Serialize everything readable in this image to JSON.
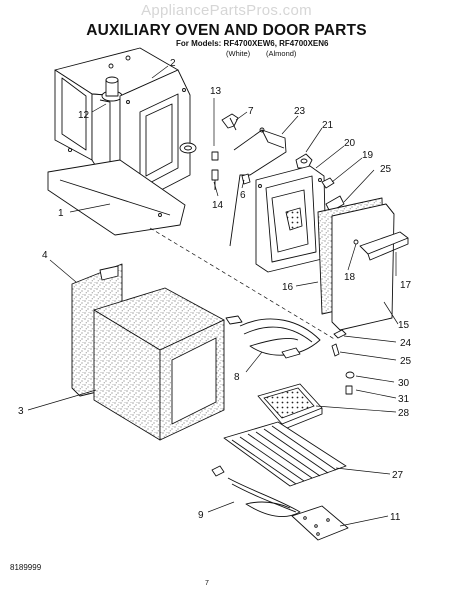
{
  "header": {
    "watermark": "AppliancePartsPros.com",
    "title": "AUXILIARY OVEN AND DOOR PARTS",
    "models_line": "For Models: RF4700XEW6, RF4700XEN6",
    "variants": [
      "(White)",
      "(Almond)"
    ]
  },
  "footer": {
    "document_number": "8189999",
    "page_number": "7"
  },
  "callouts": [
    "1",
    "2",
    "3",
    "4",
    "6",
    "7",
    "8",
    "9",
    "11",
    "12",
    "13",
    "14",
    "15",
    "16",
    "17",
    "18",
    "19",
    "20",
    "21",
    "23",
    "24",
    "25",
    "25",
    "27",
    "28",
    "30",
    "31"
  ],
  "colors": {
    "line": "#111111",
    "watermark": "#d6d6d6",
    "background": "#ffffff"
  }
}
